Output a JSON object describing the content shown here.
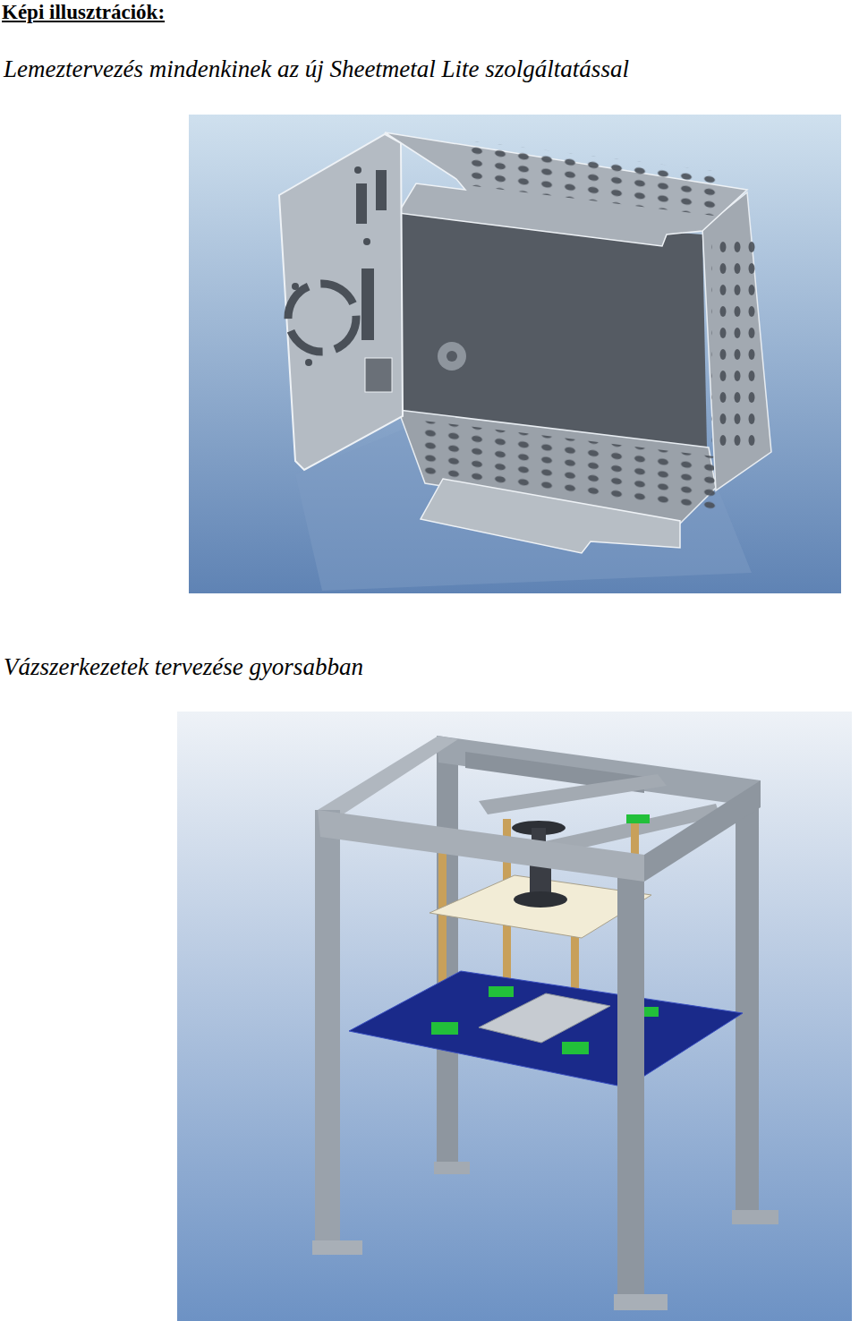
{
  "diagram": {
    "title": "Képi illusztrációk:",
    "labels": [
      "Lemeztervezés mindenkinek az új Sheetmetal Lite szolgáltatással",
      "Vázszerkezetek tervezése gyorsabban"
    ]
  }
}
